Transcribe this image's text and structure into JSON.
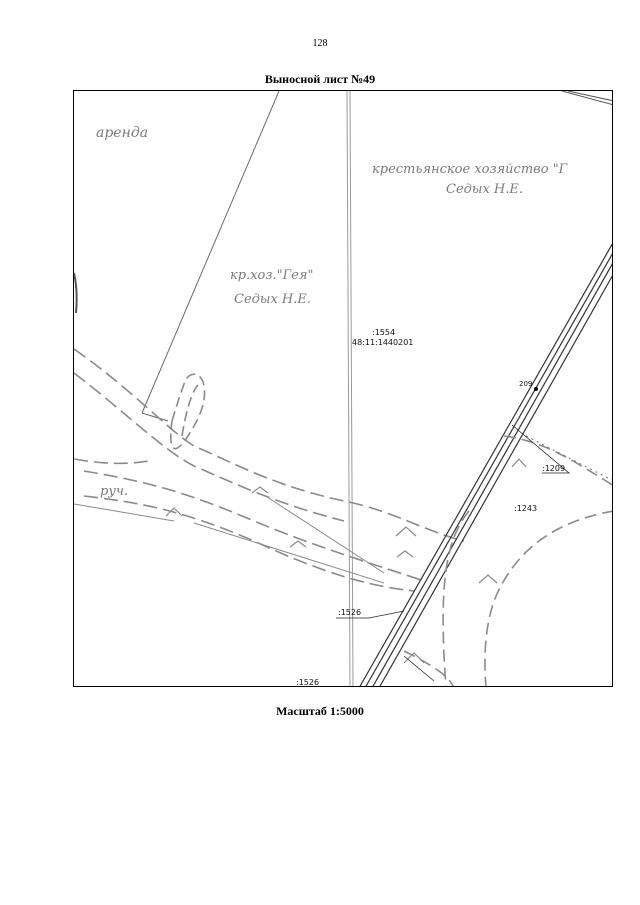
{
  "page": {
    "number": "128",
    "title": "Выносной лист №49",
    "scale_caption": "Масштаб 1:5000"
  },
  "map": {
    "labels": {
      "arenda": "аренда",
      "farm_line1": "крестьянское хозяйство \"Г",
      "farm_line2": "Седых Н.Е.",
      "kr_line1": "кр.хоз.\"Гея\"",
      "kr_line2": "Седых Н.Е.",
      "ruch": "руч.",
      "parcel_1554": ":1554",
      "cadastral": "48:11:1440201",
      "pt_209": "209",
      "parcel_1209": ":1209",
      "parcel_1243": ":1243",
      "parcel_1526_a": ":1526",
      "parcel_1526_b": ":1526"
    },
    "colors": {
      "handwriting": "#7a7a7a",
      "linework": "#8a8a8a",
      "boundary": "#000000"
    }
  }
}
